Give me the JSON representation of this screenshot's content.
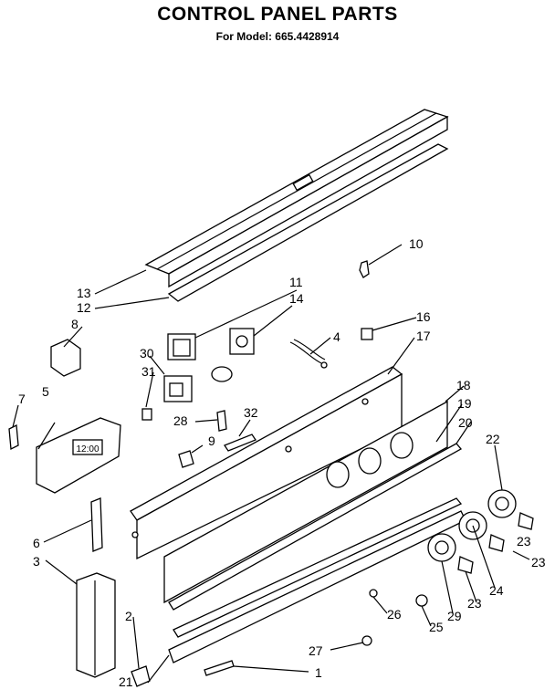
{
  "title": "CONTROL PANEL PARTS",
  "subtitle": "For Model: 665.4428914",
  "clock_display": "12:00",
  "callouts": [
    "1",
    "2",
    "3",
    "4",
    "5",
    "6",
    "7",
    "8",
    "9",
    "10",
    "11",
    "12",
    "13",
    "14",
    "16",
    "17",
    "18",
    "19",
    "20",
    "21",
    "22",
    "23",
    "23",
    "23",
    "24",
    "25",
    "26",
    "27",
    "28",
    "29",
    "30",
    "31",
    "32"
  ]
}
